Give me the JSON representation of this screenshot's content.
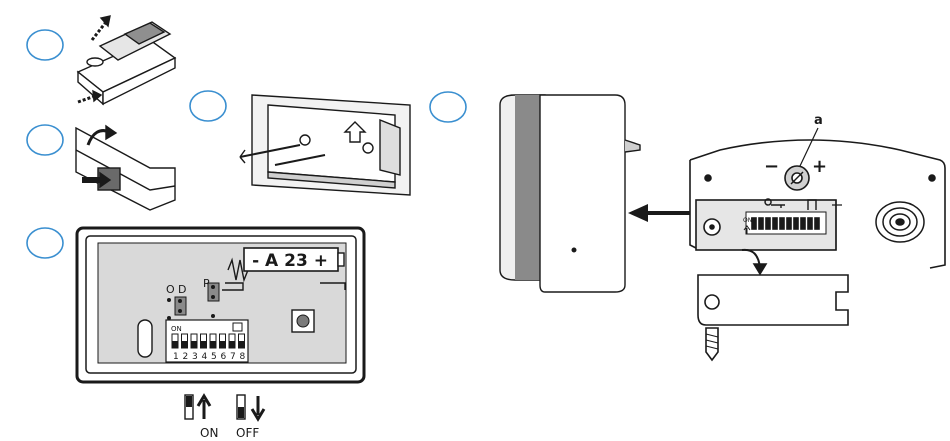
{
  "battery": {
    "label": "- A 23 +"
  },
  "board": {
    "jumper_o": "O",
    "jumper_d": "D",
    "jumper_r": "R",
    "dip_on": "ON",
    "dip_numbers": [
      "1",
      "2",
      "3",
      "4",
      "5",
      "6",
      "7",
      "8"
    ]
  },
  "legend": {
    "on": "ON",
    "off": "OFF"
  },
  "chime": {
    "label_a": "a",
    "minus": "−",
    "plus": "+",
    "dip_on": "ON"
  },
  "colors": {
    "step_circle": "#3a8fd0",
    "line": "#1a1a1a",
    "panel": "#d9d9d9",
    "dark_band": "#8a8a8a"
  }
}
